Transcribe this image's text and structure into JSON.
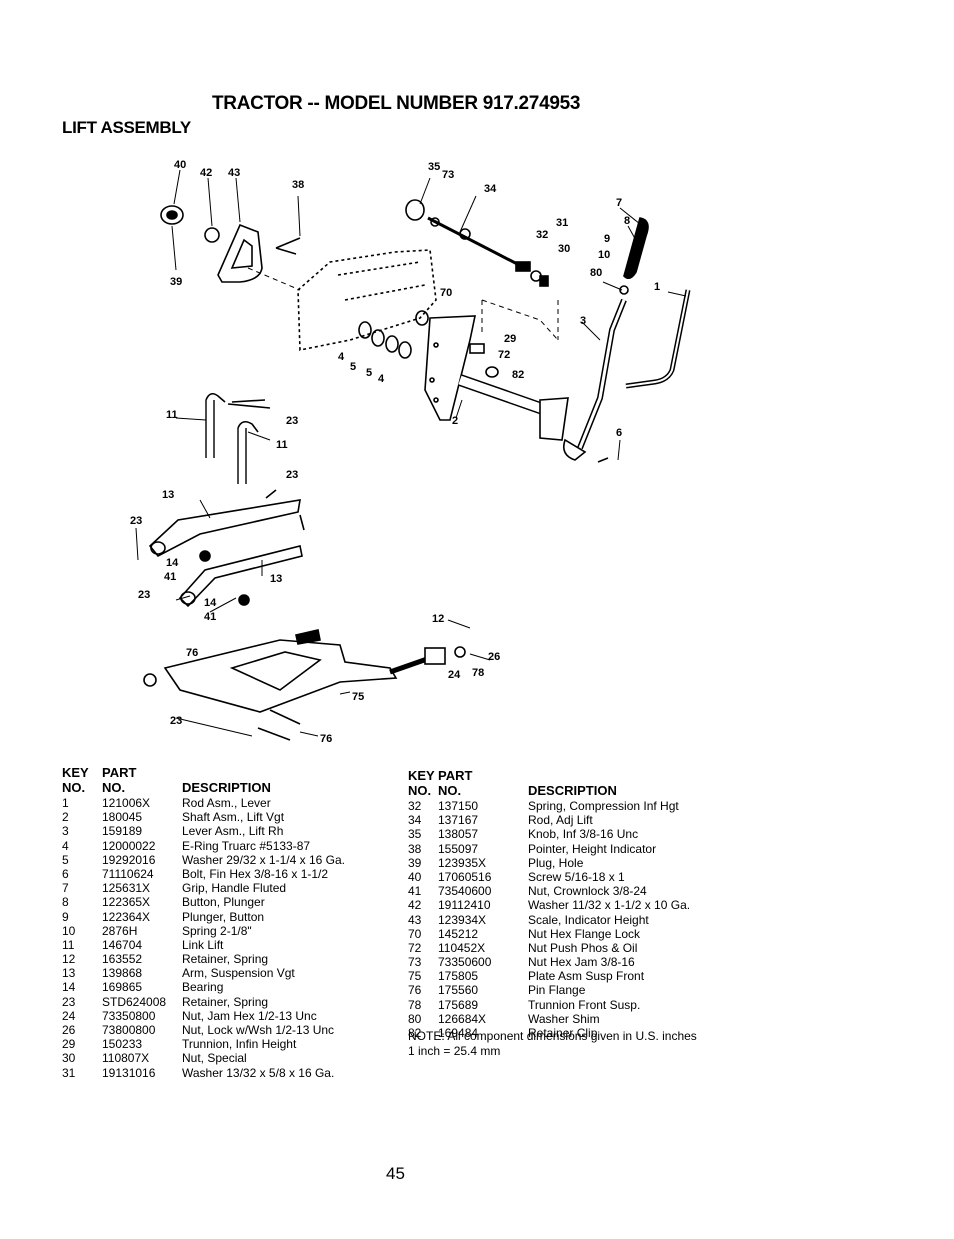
{
  "page": {
    "title": "TRACTOR -- MODEL NUMBER 917.274953",
    "section": "LIFT ASSEMBLY",
    "page_number": "45"
  },
  "diagram": {
    "callouts": [
      "40",
      "42",
      "43",
      "38",
      "39",
      "35",
      "73",
      "34",
      "7",
      "8",
      "31",
      "32",
      "30",
      "9",
      "10",
      "80",
      "1",
      "70",
      "3",
      "29",
      "4",
      "5",
      "5",
      "4",
      "72",
      "82",
      "2",
      "6",
      "11",
      "23",
      "11",
      "23",
      "13",
      "23",
      "14",
      "41",
      "13",
      "23",
      "14",
      "41",
      "12",
      "76",
      "26",
      "24",
      "78",
      "75",
      "23",
      "76"
    ]
  },
  "table_headers": {
    "key1": "KEY",
    "key2": "NO.",
    "part1": "PART",
    "part2": "NO.",
    "desc": "DESCRIPTION"
  },
  "parts_left": [
    {
      "key": "1",
      "part": "121006X",
      "desc": "Rod Asm., Lever"
    },
    {
      "key": "2",
      "part": "180045",
      "desc": "Shaft Asm., Lift Vgt"
    },
    {
      "key": "3",
      "part": "159189",
      "desc": "Lever Asm., Lift Rh"
    },
    {
      "key": "4",
      "part": "12000022",
      "desc": "E-Ring Truarc #5133-87"
    },
    {
      "key": "5",
      "part": "19292016",
      "desc": "Washer 29/32 x 1-1/4 x 16 Ga."
    },
    {
      "key": "6",
      "part": "71110624",
      "desc": "Bolt, Fin Hex 3/8-16 x 1-1/2"
    },
    {
      "key": "7",
      "part": "125631X",
      "desc": "Grip, Handle Fluted"
    },
    {
      "key": "8",
      "part": "122365X",
      "desc": "Button, Plunger"
    },
    {
      "key": "9",
      "part": "122364X",
      "desc": "Plunger, Button"
    },
    {
      "key": "10",
      "part": "2876H",
      "desc": "Spring 2-1/8\""
    },
    {
      "key": "11",
      "part": "146704",
      "desc": "Link Lift"
    },
    {
      "key": "12",
      "part": "163552",
      "desc": "Retainer, Spring"
    },
    {
      "key": "13",
      "part": "139868",
      "desc": "Arm, Suspension Vgt"
    },
    {
      "key": "14",
      "part": "169865",
      "desc": "Bearing"
    },
    {
      "key": "23",
      "part": "STD624008",
      "desc": "Retainer, Spring"
    },
    {
      "key": "24",
      "part": "73350800",
      "desc": "Nut, Jam Hex 1/2-13 Unc"
    },
    {
      "key": "26",
      "part": "73800800",
      "desc": "Nut, Lock w/Wsh 1/2-13 Unc"
    },
    {
      "key": "29",
      "part": "150233",
      "desc": "Trunnion, Infin Height"
    },
    {
      "key": "30",
      "part": "110807X",
      "desc": "Nut, Special"
    },
    {
      "key": "31",
      "part": "19131016",
      "desc": "Washer 13/32 x 5/8 x 16 Ga."
    }
  ],
  "parts_right": [
    {
      "key": "32",
      "part": "137150",
      "desc": "Spring, Compression Inf Hgt"
    },
    {
      "key": "34",
      "part": "137167",
      "desc": "Rod, Adj Lift"
    },
    {
      "key": "35",
      "part": "138057",
      "desc": "Knob, Inf 3/8-16 Unc"
    },
    {
      "key": "38",
      "part": "155097",
      "desc": "Pointer, Height Indicator"
    },
    {
      "key": "39",
      "part": "123935X",
      "desc": "Plug, Hole"
    },
    {
      "key": "40",
      "part": "17060516",
      "desc": "Screw 5/16-18 x 1"
    },
    {
      "key": "41",
      "part": "73540600",
      "desc": "Nut, Crownlock 3/8-24"
    },
    {
      "key": "42",
      "part": "19112410",
      "desc": "Washer 11/32 x 1-1/2 x 10 Ga."
    },
    {
      "key": "43",
      "part": "123934X",
      "desc": "Scale, Indicator Height"
    },
    {
      "key": "70",
      "part": "145212",
      "desc": "Nut Hex Flange Lock"
    },
    {
      "key": "72",
      "part": "110452X",
      "desc": "Nut Push Phos & Oil"
    },
    {
      "key": "73",
      "part": "73350600",
      "desc": "Nut Hex Jam 3/8-16"
    },
    {
      "key": "75",
      "part": "175805",
      "desc": "Plate Asm Susp Front"
    },
    {
      "key": "76",
      "part": "175560",
      "desc": "Pin Flange"
    },
    {
      "key": "78",
      "part": "175689",
      "desc": "Trunnion Front Susp."
    },
    {
      "key": "80",
      "part": "126684X",
      "desc": "Washer Shim"
    },
    {
      "key": "82",
      "part": "169484",
      "desc": "Retainer Clip"
    }
  ],
  "note": {
    "line1": "NOTE: All component dimensions given in U.S. inches",
    "line2": "1 inch = 25.4 mm"
  }
}
